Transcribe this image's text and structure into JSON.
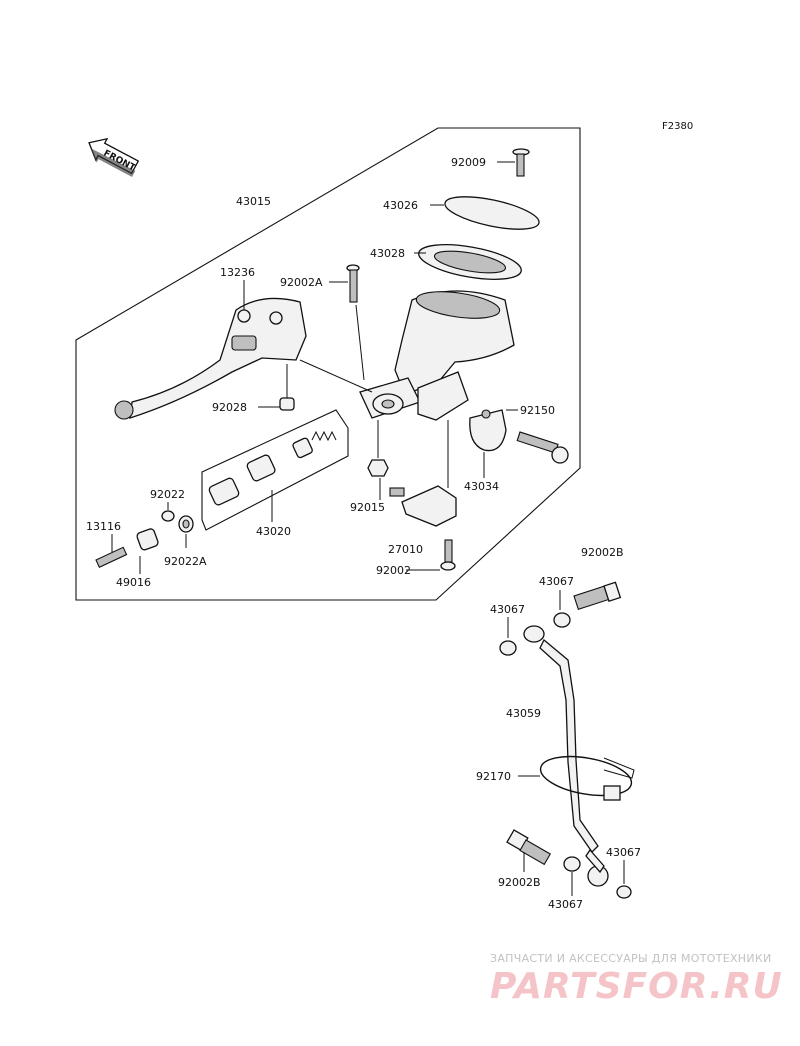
{
  "figure_code": "F2380",
  "front_arrow_text": "FRONT",
  "labels": {
    "p43015": "43015",
    "p92009": "92009",
    "p43026": "43026",
    "p43028": "43028",
    "p13236": "13236",
    "p92002A": "92002A",
    "p92028": "92028",
    "p92150": "92150",
    "p43034": "43034",
    "p92022": "92022",
    "p13116": "13116",
    "p92022A": "92022A",
    "p49016": "49016",
    "p43020": "43020",
    "p92015": "92015",
    "p27010": "27010",
    "p92002": "92002",
    "p92002B_top": "92002B",
    "p43067_a": "43067",
    "p43067_b": "43067",
    "p43059": "43059",
    "p92170": "92170",
    "p43067_c": "43067",
    "p92002B_bottom": "92002B",
    "p43067_d": "43067"
  },
  "watermark": {
    "top_text": "ЗАПЧАСТИ И АКСЕССУАРЫ ДЛЯ МОТОТЕХНИКИ",
    "logo_text": "PARTSFOR.RU"
  }
}
